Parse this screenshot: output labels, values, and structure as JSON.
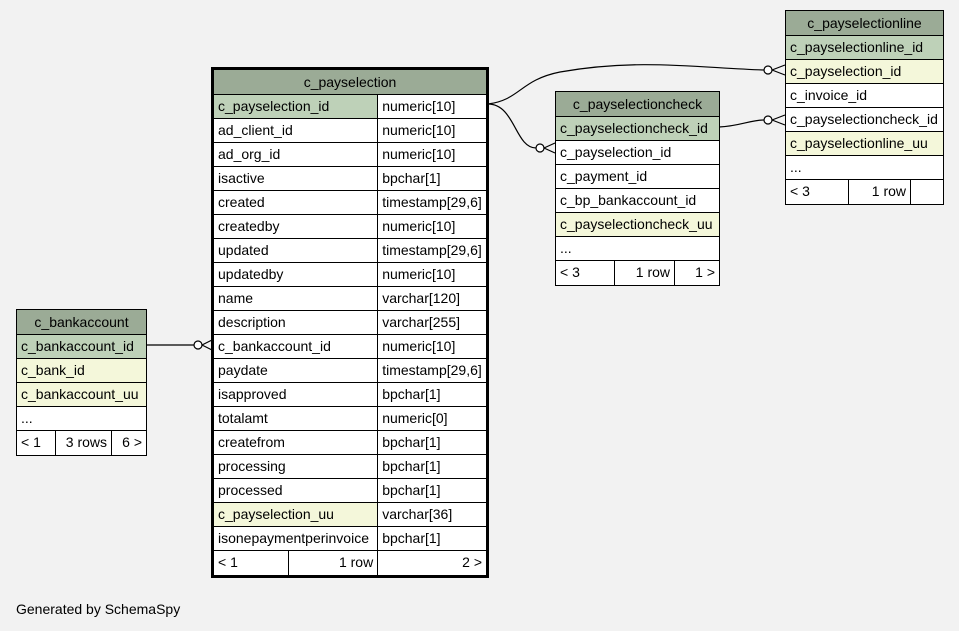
{
  "diagram": {
    "generated_by": "Generated by SchemaSpy",
    "tables": {
      "c_payselection": {
        "name": "c_payselection",
        "columns": [
          {
            "name": "c_payselection_id",
            "type": "numeric[10]",
            "kind": "pk"
          },
          {
            "name": "ad_client_id",
            "type": "numeric[10]",
            "kind": ""
          },
          {
            "name": "ad_org_id",
            "type": "numeric[10]",
            "kind": ""
          },
          {
            "name": "isactive",
            "type": "bpchar[1]",
            "kind": ""
          },
          {
            "name": "created",
            "type": "timestamp[29,6]",
            "kind": ""
          },
          {
            "name": "createdby",
            "type": "numeric[10]",
            "kind": ""
          },
          {
            "name": "updated",
            "type": "timestamp[29,6]",
            "kind": ""
          },
          {
            "name": "updatedby",
            "type": "numeric[10]",
            "kind": ""
          },
          {
            "name": "name",
            "type": "varchar[120]",
            "kind": ""
          },
          {
            "name": "description",
            "type": "varchar[255]",
            "kind": ""
          },
          {
            "name": "c_bankaccount_id",
            "type": "numeric[10]",
            "kind": ""
          },
          {
            "name": "paydate",
            "type": "timestamp[29,6]",
            "kind": ""
          },
          {
            "name": "isapproved",
            "type": "bpchar[1]",
            "kind": ""
          },
          {
            "name": "totalamt",
            "type": "numeric[0]",
            "kind": ""
          },
          {
            "name": "createfrom",
            "type": "bpchar[1]",
            "kind": ""
          },
          {
            "name": "processing",
            "type": "bpchar[1]",
            "kind": ""
          },
          {
            "name": "processed",
            "type": "bpchar[1]",
            "kind": ""
          },
          {
            "name": "c_payselection_uu",
            "type": "varchar[36]",
            "kind": "idx"
          },
          {
            "name": "isonepaymentperinvoice",
            "type": "bpchar[1]",
            "kind": ""
          }
        ],
        "footer": {
          "parents": "< 1",
          "rows": "1 row",
          "children": "2 >"
        }
      },
      "c_bankaccount": {
        "name": "c_bankaccount",
        "columns": [
          {
            "name": "c_bankaccount_id",
            "kind": "pk"
          },
          {
            "name": "c_bank_id",
            "kind": "idx"
          },
          {
            "name": "c_bankaccount_uu",
            "kind": "idx"
          },
          {
            "name": "...",
            "kind": ""
          }
        ],
        "footer": {
          "parents": "< 1",
          "rows": "3 rows",
          "children": "6 >"
        }
      },
      "c_payselectioncheck": {
        "name": "c_payselectioncheck",
        "columns": [
          {
            "name": "c_payselectioncheck_id",
            "kind": "pk"
          },
          {
            "name": "c_payselection_id",
            "kind": ""
          },
          {
            "name": "c_payment_id",
            "kind": ""
          },
          {
            "name": "c_bp_bankaccount_id",
            "kind": ""
          },
          {
            "name": "c_payselectioncheck_uu",
            "kind": "idx"
          },
          {
            "name": "...",
            "kind": ""
          }
        ],
        "footer": {
          "parents": "< 3",
          "rows": "1 row",
          "children": "1 >"
        }
      },
      "c_payselectionline": {
        "name": "c_payselectionline",
        "columns": [
          {
            "name": "c_payselectionline_id",
            "kind": "pk"
          },
          {
            "name": "c_payselection_id",
            "kind": "idx"
          },
          {
            "name": "c_invoice_id",
            "kind": ""
          },
          {
            "name": "c_payselectioncheck_id",
            "kind": ""
          },
          {
            "name": "c_payselectionline_uu",
            "kind": "idx"
          },
          {
            "name": "...",
            "kind": ""
          }
        ],
        "footer": {
          "parents": "< 3",
          "rows": "1 row",
          "children": ""
        }
      }
    }
  }
}
